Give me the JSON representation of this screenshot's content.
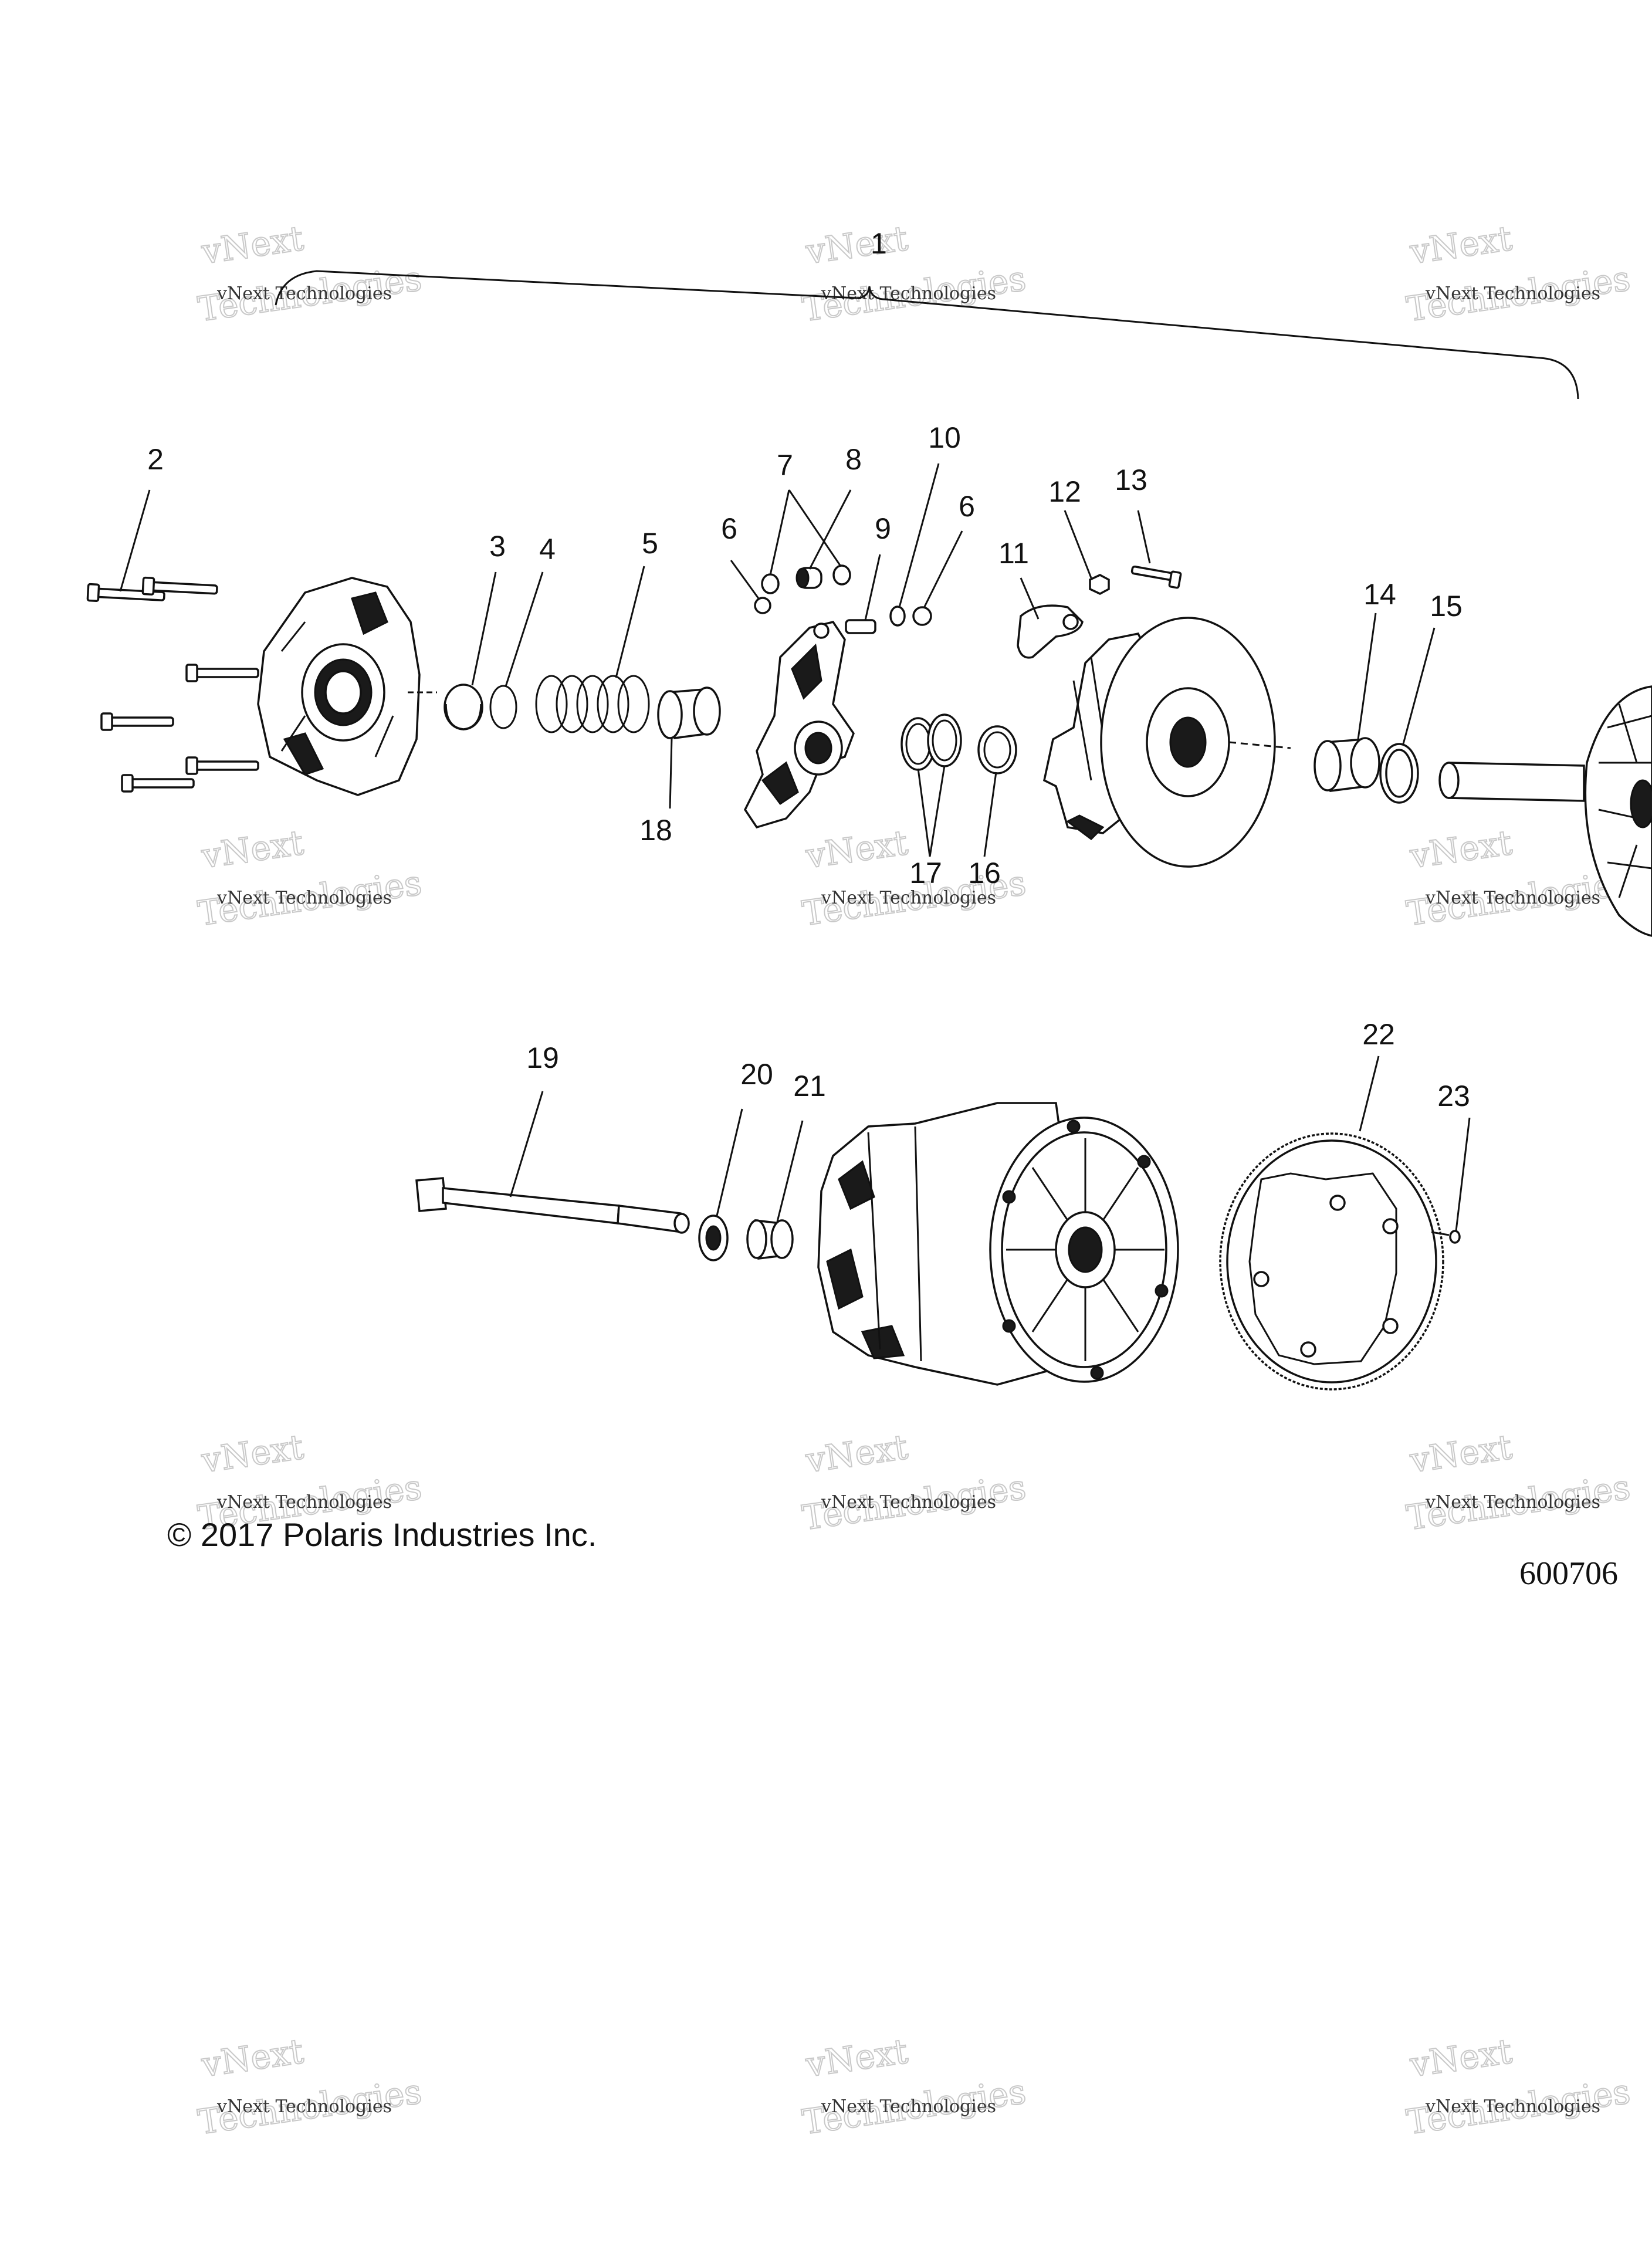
{
  "callouts": {
    "c1": "1",
    "c2": "2",
    "c3": "3",
    "c4": "4",
    "c5": "5",
    "c6a": "6",
    "c6b": "6",
    "c7": "7",
    "c8": "8",
    "c9": "9",
    "c10": "10",
    "c11": "11",
    "c12": "12",
    "c13": "13",
    "c14": "14",
    "c15": "15",
    "c16": "16",
    "c17": "17",
    "c18": "18",
    "c19": "19",
    "c20": "20",
    "c21": "21",
    "c22": "22",
    "c23": "23"
  },
  "copyright": "© 2017 Polaris Industries Inc.",
  "diagram_id": "600706",
  "watermark": {
    "line1": "vNext Technologies",
    "line2": "vNext",
    "line3": "Technologies"
  }
}
